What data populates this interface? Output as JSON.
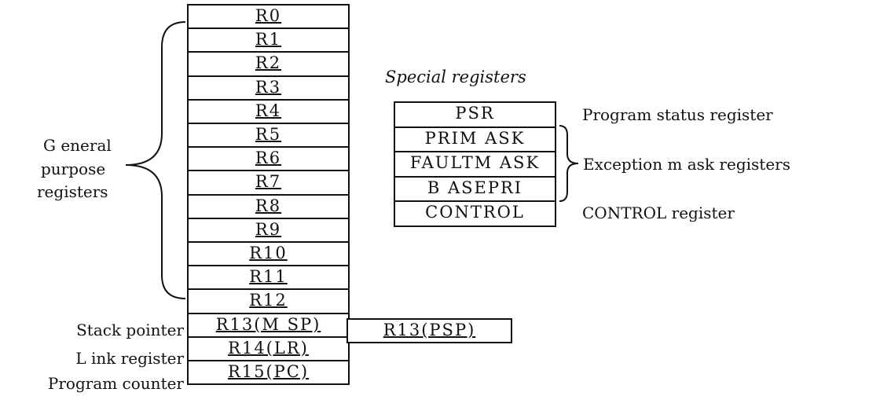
{
  "general": {
    "registers": [
      "R0",
      "R1",
      "R2",
      "R3",
      "R4",
      "R5",
      "R6",
      "R7",
      "R8",
      "R9",
      "R10",
      "R11",
      "R12",
      "R13(M SP)",
      "R14(LR)",
      "R15(PC)"
    ],
    "group_label_lines": [
      "G eneral",
      "purpose",
      "registers"
    ],
    "psp_cell": "R13(PSP)",
    "side_labels": [
      "Stack pointer",
      "L ink register",
      "Program counter"
    ]
  },
  "special": {
    "title": "Special registers",
    "registers": [
      "PSR",
      "PRIM ASK",
      "FAULTM ASK",
      "B ASEPRI",
      "CONTROL"
    ],
    "labels": {
      "psr": "Program status register",
      "exception": "Exception m ask registers",
      "control": "CONTROL register"
    }
  }
}
